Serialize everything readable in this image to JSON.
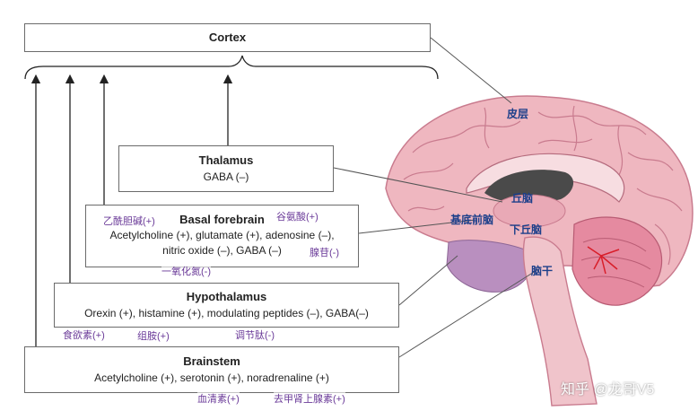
{
  "boxes": {
    "cortex": {
      "title": "Cortex"
    },
    "thalamus": {
      "title": "Thalamus",
      "line1": "GABA (–)"
    },
    "basal_forebrain": {
      "title": "Basal forebrain",
      "line1": "Acetylcholine (+), glutamate (+), adenosine (–),",
      "line2": "nitric oxide (–), GABA (–)"
    },
    "hypothalamus": {
      "title": "Hypothalamus",
      "line1": "Orexin (+), histamine (+), modulating peptides (–), GABA(–)"
    },
    "brainstem": {
      "title": "Brainstem",
      "line1": "Acetylcholine (+), serotonin (+), noradrenaline (+)"
    }
  },
  "annotations": {
    "acetylcholine": "乙酰胆碱(+)",
    "glutamate": "谷氨酸(+)",
    "adenosine": "腺苷(-)",
    "nitric_oxide": "一氧化氮(-)",
    "orexin": "食欲素(+)",
    "histamine": "组胺(+)",
    "peptides": "调节肽(-)",
    "serotonin": "血清素(+)",
    "noradrenaline": "去甲肾上腺素(+)"
  },
  "brain_labels": {
    "cortex": "皮层",
    "thalamus": "丘脑",
    "basal_forebrain": "基底前脑",
    "hypothalamus": "下丘脑",
    "brainstem": "脑干"
  },
  "watermark": "知乎 @龙哥V5",
  "colors": {
    "brain_pink": "#efb7c0",
    "brain_line": "#c97b8e",
    "cerebellum": "#e58aa0",
    "purple": "#b98fbf",
    "annotation": "#6a3a98",
    "brain_label": "#1c3f8a"
  }
}
